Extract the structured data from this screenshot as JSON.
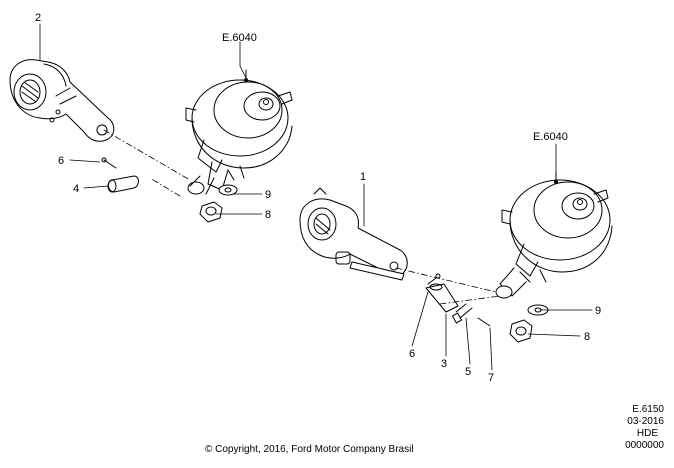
{
  "diagram": {
    "callouts": {
      "upper_chamber": "E.6040",
      "lower_chamber": "E.6040",
      "left_arm": "2",
      "right_arm": "1",
      "pin_left": "4",
      "cotter_left": "6",
      "nut_left": "8",
      "washer_left": "9",
      "washer_right": "9",
      "nut_right": "8",
      "cotter_right": "6",
      "pin_right": "3",
      "bolt_right": "5",
      "spring_pin_right": "7"
    }
  },
  "footer": {
    "code": "E.6150",
    "date": "03-2016",
    "model": "HDE",
    "number": "0000000",
    "copyright": "© Copyright, 2016, Ford Motor Company Brasil"
  }
}
